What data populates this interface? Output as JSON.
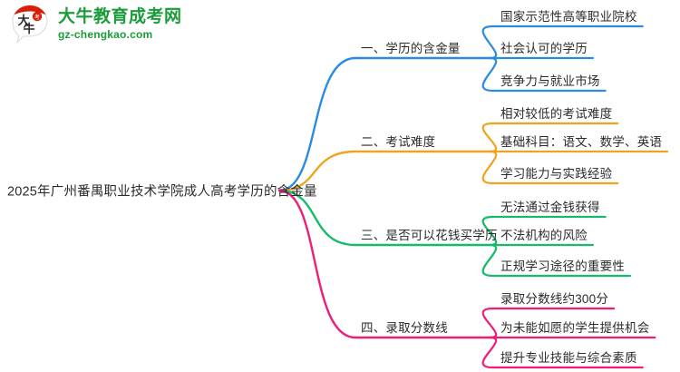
{
  "brand": {
    "name": "大牛教育成考网",
    "domain": "gz-chengkao.com",
    "logo_icon": "bull-speech-bubble-logo",
    "color": "#1a9c3a"
  },
  "mindmap": {
    "root": {
      "label": "2025年广州番禺职业技术学院成人高考学历的含金量"
    },
    "branches": [
      {
        "label": "一、学历的含金量",
        "color": "#2b8ae2",
        "children": [
          {
            "label": "国家示范性高等职业院校"
          },
          {
            "label": "社会认可的学历"
          },
          {
            "label": "竞争力与就业市场"
          }
        ]
      },
      {
        "label": "二、考试难度",
        "color": "#f0a41e",
        "children": [
          {
            "label": "相对较低的考试难度"
          },
          {
            "label": "基础科目：语文、数学、英语"
          },
          {
            "label": "学习能力与实践经验"
          }
        ]
      },
      {
        "label": "三、是否可以花钱买学历",
        "color": "#17b96b",
        "children": [
          {
            "label": "无法通过金钱获得"
          },
          {
            "label": "不法机构的风险"
          },
          {
            "label": "正规学习途径的重要性"
          }
        ]
      },
      {
        "label": "四、录取分数线",
        "color": "#ec1e79",
        "children": [
          {
            "label": "录取分数线约300分"
          },
          {
            "label": "为未能如愿的学生提供机会"
          },
          {
            "label": "提升专业技能与综合素质"
          }
        ]
      }
    ]
  }
}
